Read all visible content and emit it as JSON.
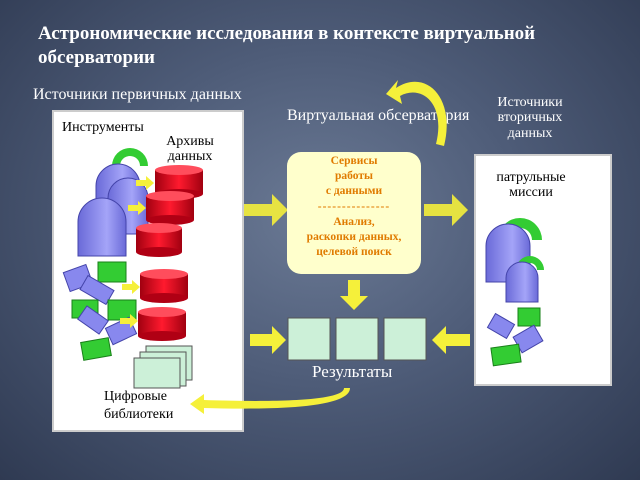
{
  "title": "Астрономические исследования в контексте виртуальной обсерватории",
  "primary_sources": {
    "label": "Источники первичных данных",
    "instruments": "Инструменты",
    "archives": "Архивы данных",
    "digital_libraries": "Цифровые библиотеки"
  },
  "virtual_observatory": {
    "label": "Виртуальная обсерватория",
    "services": [
      "Сервисы",
      "работы",
      "с данными"
    ],
    "separator": "---------------",
    "analysis": [
      "Анализ,",
      "раскопки данных,",
      "целевой поиск"
    ]
  },
  "secondary_sources": {
    "label": "Источники вторичных данных",
    "patrol": "патрульные миссии"
  },
  "results": "Результаты",
  "colors": {
    "archive": "#e8001c",
    "telescope_dome": "#8888ee",
    "telescope_cap": "#33cc33",
    "arrow": "#f5f03a",
    "panel": "#ffffcc"
  }
}
